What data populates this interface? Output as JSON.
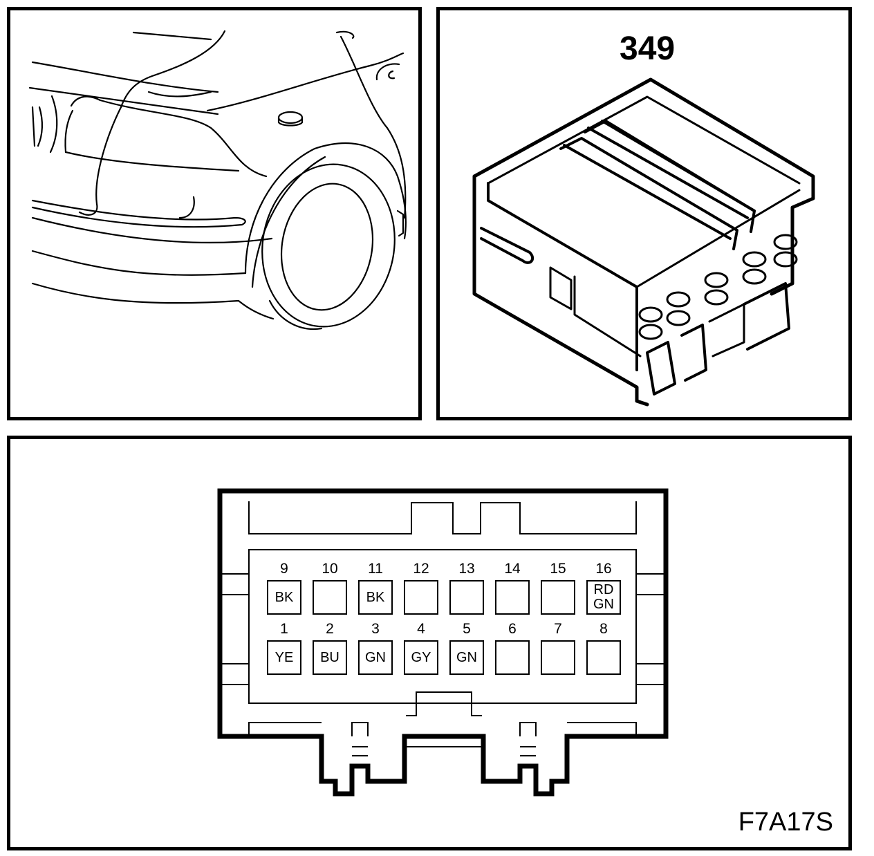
{
  "connector": {
    "number": "349",
    "figure_code": "F7A17S"
  },
  "pins_top": [
    {
      "pin": "9",
      "code": [
        "BK"
      ]
    },
    {
      "pin": "10",
      "code": []
    },
    {
      "pin": "11",
      "code": [
        "BK"
      ]
    },
    {
      "pin": "12",
      "code": []
    },
    {
      "pin": "13",
      "code": []
    },
    {
      "pin": "14",
      "code": []
    },
    {
      "pin": "15",
      "code": []
    },
    {
      "pin": "16",
      "code": [
        "RD",
        "GN"
      ]
    }
  ],
  "pins_bottom": [
    {
      "pin": "1",
      "code": [
        "YE"
      ]
    },
    {
      "pin": "2",
      "code": [
        "BU"
      ]
    },
    {
      "pin": "3",
      "code": [
        "GN"
      ]
    },
    {
      "pin": "4",
      "code": [
        "GY"
      ]
    },
    {
      "pin": "5",
      "code": [
        "GN"
      ]
    },
    {
      "pin": "6",
      "code": []
    },
    {
      "pin": "7",
      "code": []
    },
    {
      "pin": "8",
      "code": []
    }
  ]
}
